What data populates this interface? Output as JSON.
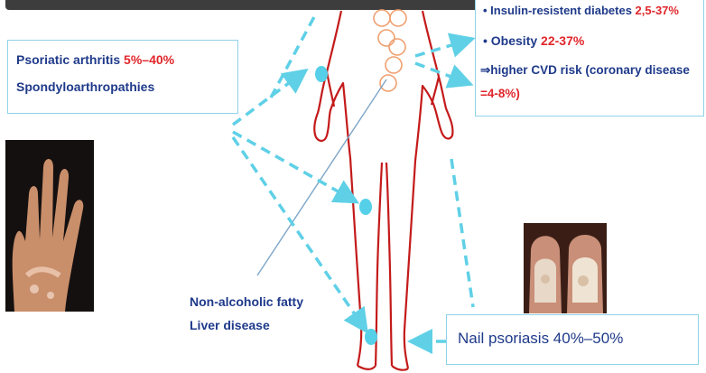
{
  "left_box": {
    "line1_label": "Psoriatic arthritis ",
    "line1_value": "5%–40%",
    "line2": "Spondyloarthropathies"
  },
  "right_box": {
    "line0_label": "• Insulin-resistent diabetes ",
    "line0_value": "2,5-37%",
    "line1_label": "• Obesity ",
    "line1_value": "22-37%",
    "line2": "⇒higher CVD risk  (coronary disease",
    "line3_value": "=4-8%)"
  },
  "liver_label": {
    "line1": "Non-alcoholic fatty",
    "line2": "Liver disease"
  },
  "nail_box": {
    "text": "Nail psoriasis 40%–50%"
  },
  "colors": {
    "text_blue": "#1f3a8a",
    "accent_red": "#e0262b",
    "arrow_cyan": "#5fd0e6",
    "body_outline": "#c41a1a"
  },
  "icons": [
    "hand-photo",
    "nail-photo",
    "human-body-outline"
  ]
}
